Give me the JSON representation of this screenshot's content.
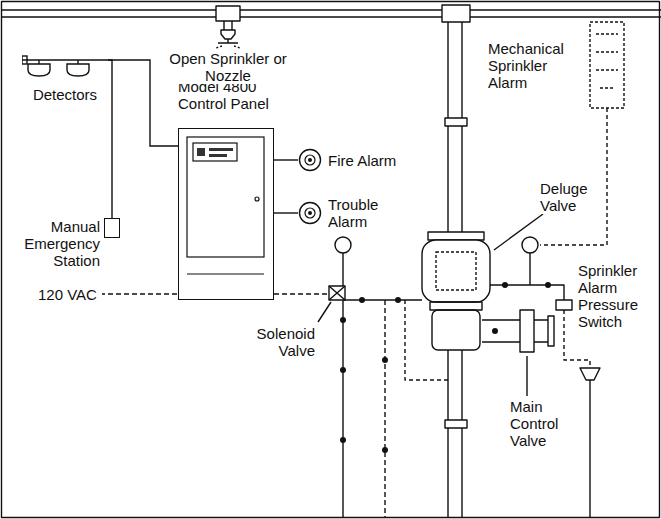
{
  "diagram": {
    "nodes": [
      {
        "text": [
          "Detectors"
        ]
      },
      {
        "text": [
          "Model 4800 Control Panel"
        ]
      },
      {
        "text": [
          "Manual Emergency Station"
        ]
      },
      {
        "text": [
          "Fire Alarm"
        ]
      },
      {
        "text": [
          "Trouble Alarm"
        ]
      }
    ],
    "edges": [
      {
        "from": 0,
        "to": 1,
        "arrow": "none"
      },
      {
        "from": 2,
        "to": 0,
        "arrow": "none"
      },
      {
        "from": 1,
        "to": 3,
        "arrow": "none"
      },
      {
        "from": 1,
        "to": 4,
        "arrow": "none"
      }
    ],
    "labels": [
      "Open Sprinkler or Nozzle",
      "Mechanical Sprinkler Alarm",
      "Deluge Valve",
      "120 VAC",
      "Solenoid Valve",
      "Sprinkler Alarm Pressure Switch",
      "Main Control Valve"
    ]
  }
}
